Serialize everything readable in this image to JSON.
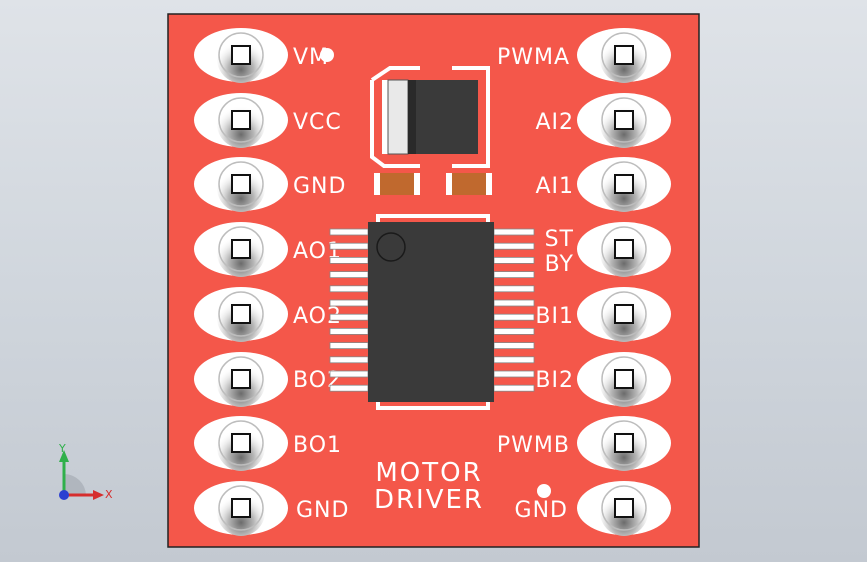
{
  "colors": {
    "board": "#f4574a",
    "outline": "#222222",
    "pad": "#ffffff",
    "chip": "#3a3a3a",
    "capacitor": "#c0692e",
    "background": "#d3d8de",
    "axis_x": "#d62d2d",
    "axis_y": "#2fb04a",
    "axis_origin": "#2a3fd1"
  },
  "board": {
    "left_pins": [
      "VM",
      "VCC",
      "GND",
      "AO1",
      "AO2",
      "BO2",
      "BO1",
      "GND"
    ],
    "right_pins": [
      "PWMA",
      "AI2",
      "AI1",
      "ST\nBY",
      "BI1",
      "BI2",
      "PWMB",
      "GND"
    ],
    "title_line1": "MOTOR",
    "title_line2": "DRIVER"
  },
  "triad": {
    "x_label": "X",
    "y_label": "Y"
  }
}
